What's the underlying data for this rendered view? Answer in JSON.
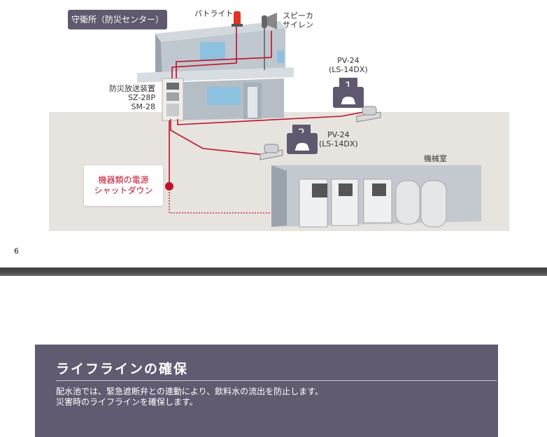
{
  "diagram": {
    "guard_office_title": "守衛所（防災センター）",
    "patrol_light_label": "パトライト",
    "speaker_label_line1": "スピーカ",
    "speaker_label_line2": "サイレン",
    "broadcast_unit": {
      "line1": "防災放送装置",
      "line2": "SZ-28P",
      "line3": "SM-28"
    },
    "device1": {
      "number": "1",
      "model_line1": "PV-24",
      "model_line2": "(LS-14DX)"
    },
    "device2": {
      "number": "2",
      "model_line1": "PV-24",
      "model_line2": "(LS-14DX)"
    },
    "machine_room_label": "機械室",
    "shutdown_line1": "機器類の電源",
    "shutdown_line2": "シャットダウン",
    "colors": {
      "badge": "#5f586e",
      "wire": "#c0102a",
      "ground": "#e7e3de",
      "building": "#b9c1c9"
    }
  },
  "page_number": "6",
  "lifeline_section": {
    "title": "ライフラインの確保",
    "description_line1": "配水池では、緊急遮断弁との連動により、飲料水の流出を防止します。",
    "description_line2": "災害時のライフラインを確保します。"
  }
}
